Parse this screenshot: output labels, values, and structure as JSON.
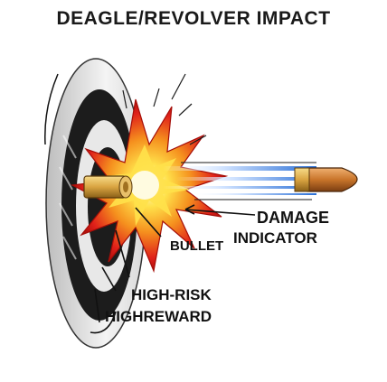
{
  "title": "DEAGLE/REVOLVER IMPACT",
  "labels": {
    "damage": "DAMAGE",
    "indicator": "INDICATOR",
    "bullet": "BULLET",
    "high_risk": "HIGH-RISK",
    "high_reward": "HIGHREWARD"
  },
  "colors": {
    "target_dark": "#1c1c1c",
    "target_light": "#e8e8e8",
    "fire_red": "#e0201a",
    "fire_orange": "#f5901e",
    "fire_yellow": "#ffe14a",
    "bullet_copper": "#c8742a",
    "casing_brass": "#d9a441",
    "streak_blue": "#2a6fd6"
  }
}
